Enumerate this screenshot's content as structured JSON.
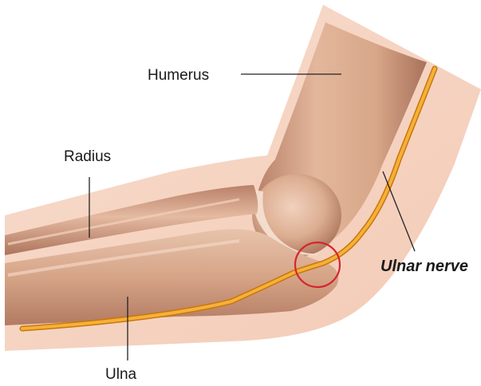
{
  "labels": {
    "humerus": "Humerus",
    "radius": "Radius",
    "ulnar_nerve": "Ulnar nerve",
    "ulna": "Ulna"
  },
  "colors": {
    "skin_outline": "#f6d3c1",
    "bone_light": "#e9c0a6",
    "bone_mid": "#cf9a7d",
    "bone_dark": "#a9755c",
    "cartilage": "#f2dccd",
    "nerve": "#f2a21e",
    "nerve_edge": "#c7770a",
    "highlight_circle": "#d6262e"
  }
}
